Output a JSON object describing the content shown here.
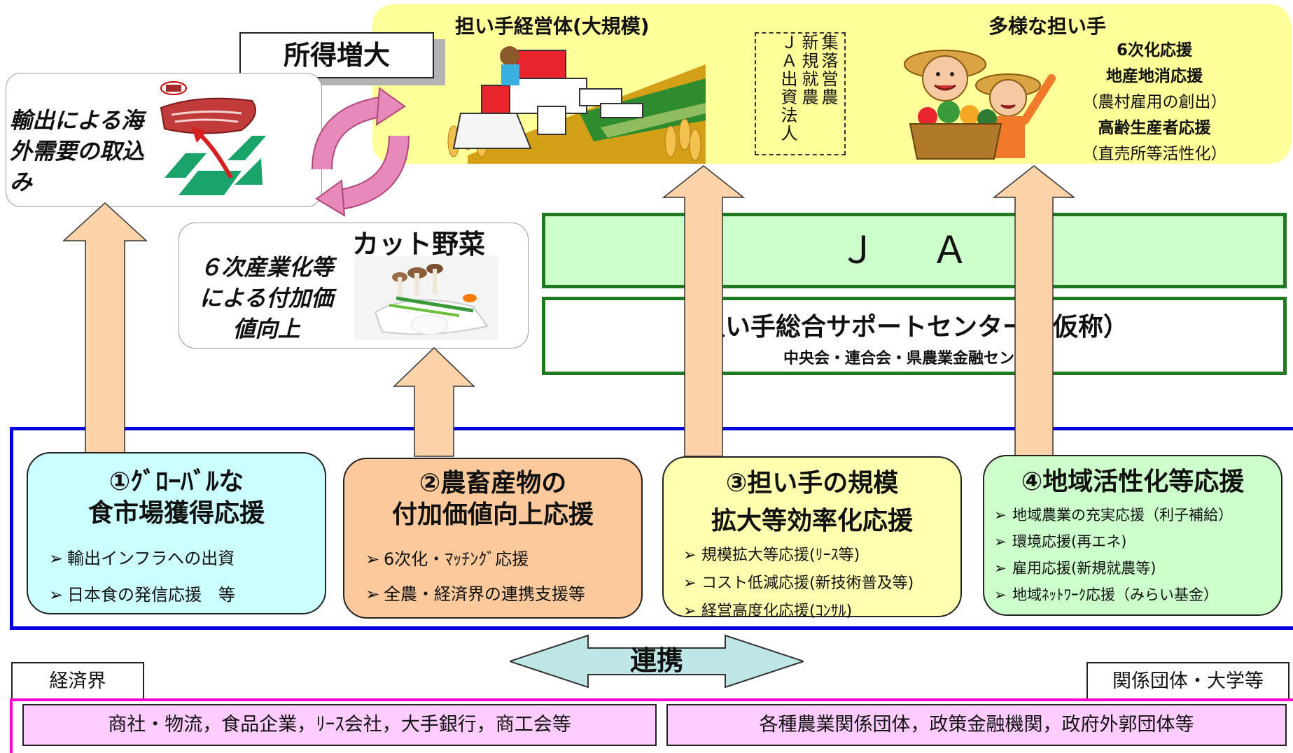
{
  "top_income_label": "所得増大",
  "export_box_text": "輸出による海外需要の取込み",
  "six_industry_text": "６次産業化等による付加価値向上",
  "cut_vegetables_label": "カット野菜",
  "large_scale_title": "担い手経営体(大規模)",
  "vertical_entities": [
    "集落営農",
    "新規就農",
    "ＪＡ出資法人"
  ],
  "diverse_title": "多様な担い手",
  "diverse_support": [
    {
      "text": "6次化応援",
      "bold": true
    },
    {
      "text": "地産地消応援",
      "bold": true
    },
    {
      "text": "（農村雇用の創出）",
      "bold": false
    },
    {
      "text": "高齢生産者応援",
      "bold": true
    },
    {
      "text": "（直売所等活性化）",
      "bold": false
    }
  ],
  "ja_label": "Ｊ Ａ",
  "center_title": "担い手総合サポートセンター（仮称）",
  "center_subtitle": "中央会・連合会・県農業金融センター",
  "cards": [
    {
      "title": "①グローバルな食市場獲得応援",
      "title_lines": [
        "①ｸﾞﾛｰﾊﾞﾙな",
        "食市場獲得応援"
      ],
      "items": [
        "輸出インフラへの出資",
        "日本食の発信応援　等"
      ],
      "color": "#ccffff"
    },
    {
      "title": "②農畜産物の付加価値向上応援",
      "title_lines": [
        "②農畜産物の",
        "付加価値向上応援"
      ],
      "items": [
        "6次化・ﾏｯﾁﾝｸﾞ応援",
        "全農・経済界の連携支援等"
      ],
      "color": "#fcc99c"
    },
    {
      "title": "③担い手の規模拡大等効率化応援",
      "title_lines": [
        "③担い手の規模",
        "拡大等効率化応援"
      ],
      "items": [
        "規模拡大等応援(ﾘｰｽ等)",
        "コスト低減応援(新技術普及等)",
        "経営高度化応援(ｺﾝｻﾙ)"
      ],
      "color": "#ffffb0"
    },
    {
      "title": "④地域活性化等応援",
      "title_lines": [
        "④地域活性化等応援"
      ],
      "items": [
        "地域農業の充実応援（利子補給）",
        "環境応援(再エネ)",
        "雇用応援(新規就農等)",
        "地域ﾈｯﾄﾜｰｸ応援（みらい基金）"
      ],
      "color": "#ccffcc"
    }
  ],
  "cooperation_label": "連携",
  "business_label": "経済界",
  "org_label": "関係団体・大学等",
  "business_box_text": "商社・物流，食品企業，ﾘｰｽ会社，大手銀行，商工会等",
  "org_box_text": "各種農業関係団体，政策金融機関，政府外郭団体等",
  "colors": {
    "top_band": "#ffff99",
    "arrow_fill": "#fcd2a8",
    "ja_green": "#ccffcc",
    "green_border": "#1f7a1f",
    "blue_border": "#0000dd",
    "magenta_border": "#ff00cc",
    "pink_fill": "#ffccff",
    "teal_arrow": "#bfe6e6",
    "cycle_pink": "#e27bb0"
  }
}
